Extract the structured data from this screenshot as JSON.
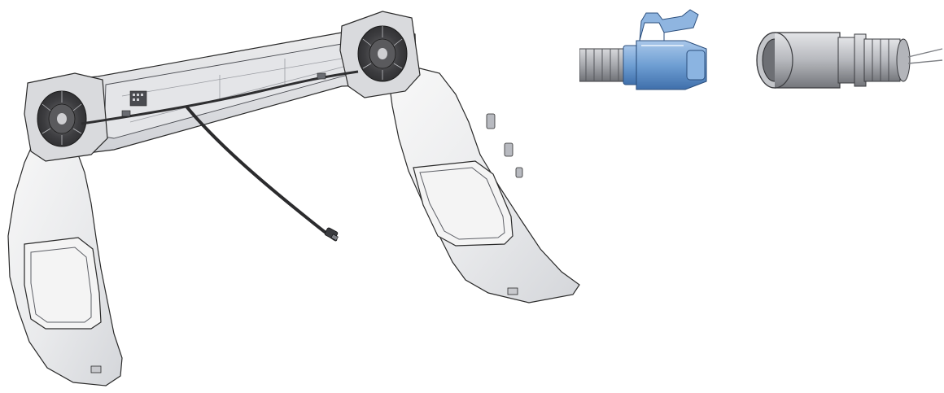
{
  "figure": {
    "panels": [
      {
        "id": "frame-assembly"
      },
      {
        "id": "connector-a"
      },
      {
        "id": "connector-b"
      }
    ],
    "colors": {
      "background": "#ffffff",
      "metal_light": "#f2f3f5",
      "metal_mid": "#d6d8dd",
      "metal_dark": "#8a8d94",
      "line": "#2a2a2a",
      "harness": "#3a3a3a",
      "connector_blue": "#6f9fd3",
      "connector_blue_dark": "#4f82bf",
      "connector_gray": "#a8a9ad"
    }
  }
}
